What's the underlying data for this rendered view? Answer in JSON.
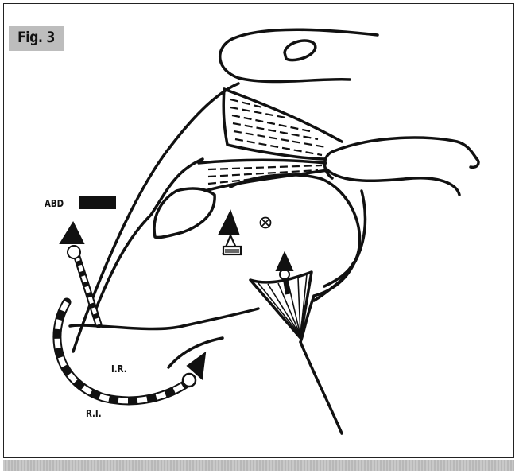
{
  "figure": {
    "tag": "Fig. 3",
    "labels": {
      "abd": "ABD",
      "ir": "I.R.",
      "ri": "R.I."
    }
  },
  "colors": {
    "ink": "#111111",
    "tag_background": "#bdbdbd",
    "band": "#c4c4c4"
  }
}
